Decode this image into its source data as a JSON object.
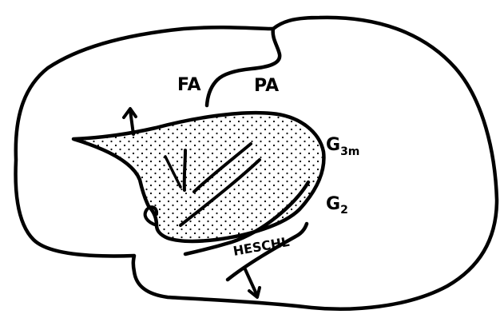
{
  "labels": {
    "fa": "FA",
    "pa": "PA",
    "g3m_main": "G",
    "g3m_sub": "3m",
    "g2_main": "G",
    "g2_sub": "2",
    "heschl": "HESCHL"
  },
  "colors": {
    "ink": "#000000",
    "background": "#ffffff",
    "stipple": "#000000"
  },
  "icons": [
    "arrow-up-icon",
    "arrow-down-icon"
  ]
}
